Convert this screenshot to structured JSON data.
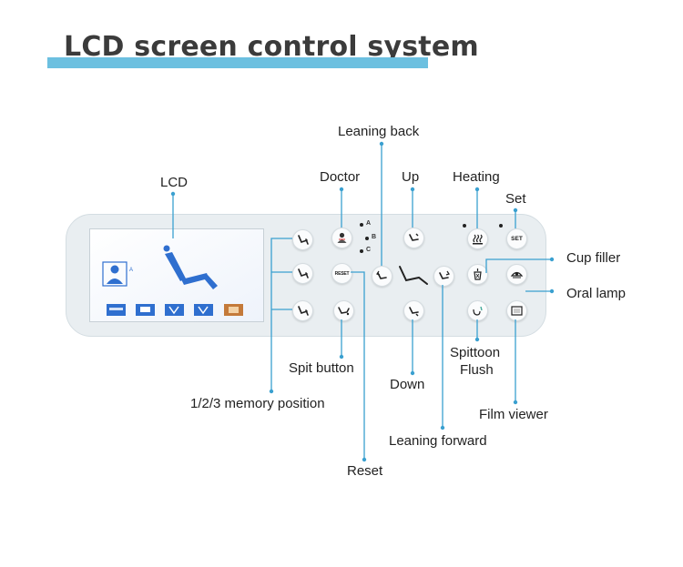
{
  "title": "LCD screen control system",
  "labels": {
    "lcd": "LCD",
    "doctor": "Doctor",
    "leaning_back": "Leaning back",
    "up": "Up",
    "heating": "Heating",
    "set": "Set",
    "cup_filler": "Cup filler",
    "oral_lamp": "Oral lamp",
    "spittoon": "Spittoon",
    "flush": "Flush",
    "film_viewer": "Film viewer",
    "spit_button": "Spit button",
    "memory_position": "1/2/3 memory position",
    "down": "Down",
    "leaning_forward": "Leaning forward",
    "reset": "Reset"
  },
  "panel": {
    "reset_button_text": "RESET",
    "set_button_text": "SET",
    "doctor_indicators": [
      "A",
      "B",
      "C"
    ]
  },
  "colors": {
    "accent_bar": "#6cc0e0",
    "leader_line": "#3aa0d0",
    "lcd_blue": "#2f6fcf",
    "panel_bg": "#e9eef1"
  },
  "icons": [
    "memory-icon",
    "doctor-icon",
    "lean-back-icon",
    "up-icon",
    "chair-icon",
    "lean-forward-icon",
    "down-icon",
    "heating-icon",
    "cup-filler-icon",
    "flush-icon",
    "oral-lamp-icon",
    "film-viewer-icon",
    "spit-icon"
  ]
}
